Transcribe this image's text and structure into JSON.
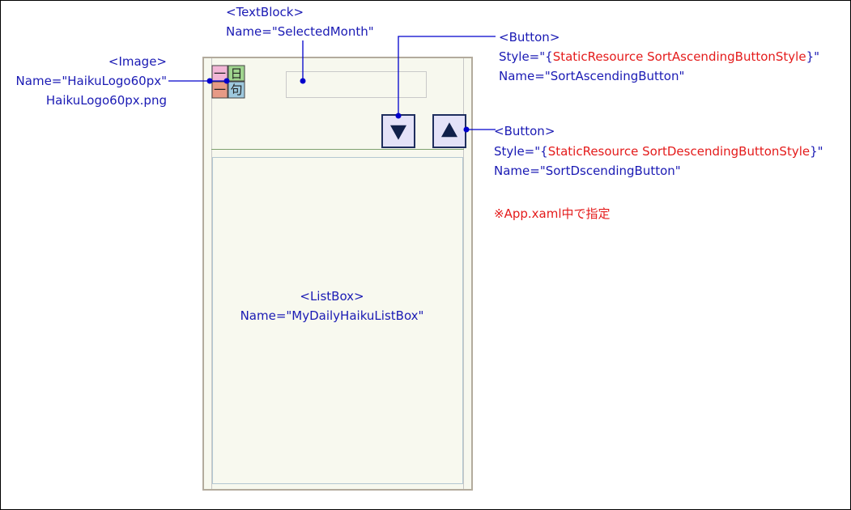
{
  "annotations": {
    "textblock": {
      "tag": "<TextBlock>",
      "name": "Name=\"SelectedMonth\""
    },
    "image": {
      "tag": "<Image>",
      "name": "Name=\"HaikuLogo60px\"",
      "file": "HaikuLogo60px.png"
    },
    "button_ascending": {
      "tag": "<Button>",
      "style_prefix": "Style=\"{",
      "style_value": "StaticResource SortAscendingButtonStyle",
      "style_suffix": "}\"",
      "name": "Name=\"SortAscendingButton\""
    },
    "button_descending": {
      "tag": "<Button>",
      "style_prefix": "Style=\"{",
      "style_value": "StaticResource SortDescendingButtonStyle",
      "style_suffix": "}\"",
      "name": "Name=\"SortDscendingButton\""
    },
    "note": "※App.xaml中で指定",
    "listbox": {
      "tag": "<ListBox>",
      "name": "Name=\"MyDailyHaikuListBox\""
    }
  },
  "logo": {
    "cells": [
      "一",
      "日",
      "一",
      "句"
    ],
    "colors": [
      "#f2b6d6",
      "#9fd48e",
      "#e79a86",
      "#9ec9de"
    ]
  },
  "colors": {
    "annotation_text": "#1a1ab4",
    "style_value_text": "#e41b1b",
    "leader_line": "#0000cc",
    "phone_bg": "#f7f8ee",
    "button_fill": "#e4e2f8"
  }
}
